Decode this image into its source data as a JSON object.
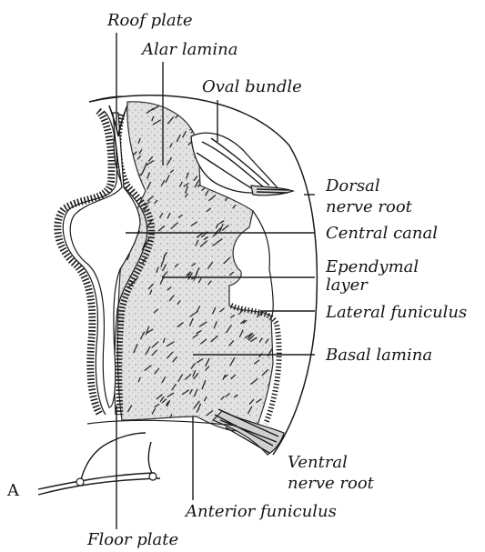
{
  "figure": {
    "background": "#ffffff",
    "ink_color": "#1a1a1a",
    "tissue_color": "#e2e2e2",
    "labels": {
      "roof_plate": "Roof plate",
      "alar_lamina": "Alar lamina",
      "oval_bundle": "Oval bundle",
      "dorsal_nerve_root_line1": "Dorsal",
      "dorsal_nerve_root_line2": "nerve root",
      "central_canal": "Central canal",
      "ependymal_layer_line1": "Ependymal",
      "ependymal_layer_line2": "layer",
      "lateral_funiculus": "Lateral funiculus",
      "basal_lamina": "Basal lamina",
      "ventral_nerve_root_line1": "Ventral",
      "ventral_nerve_root_line2": "nerve root",
      "anterior_funiculus": "Anterior funiculus",
      "floor_plate": "Floor plate",
      "marker_a": "A"
    }
  }
}
